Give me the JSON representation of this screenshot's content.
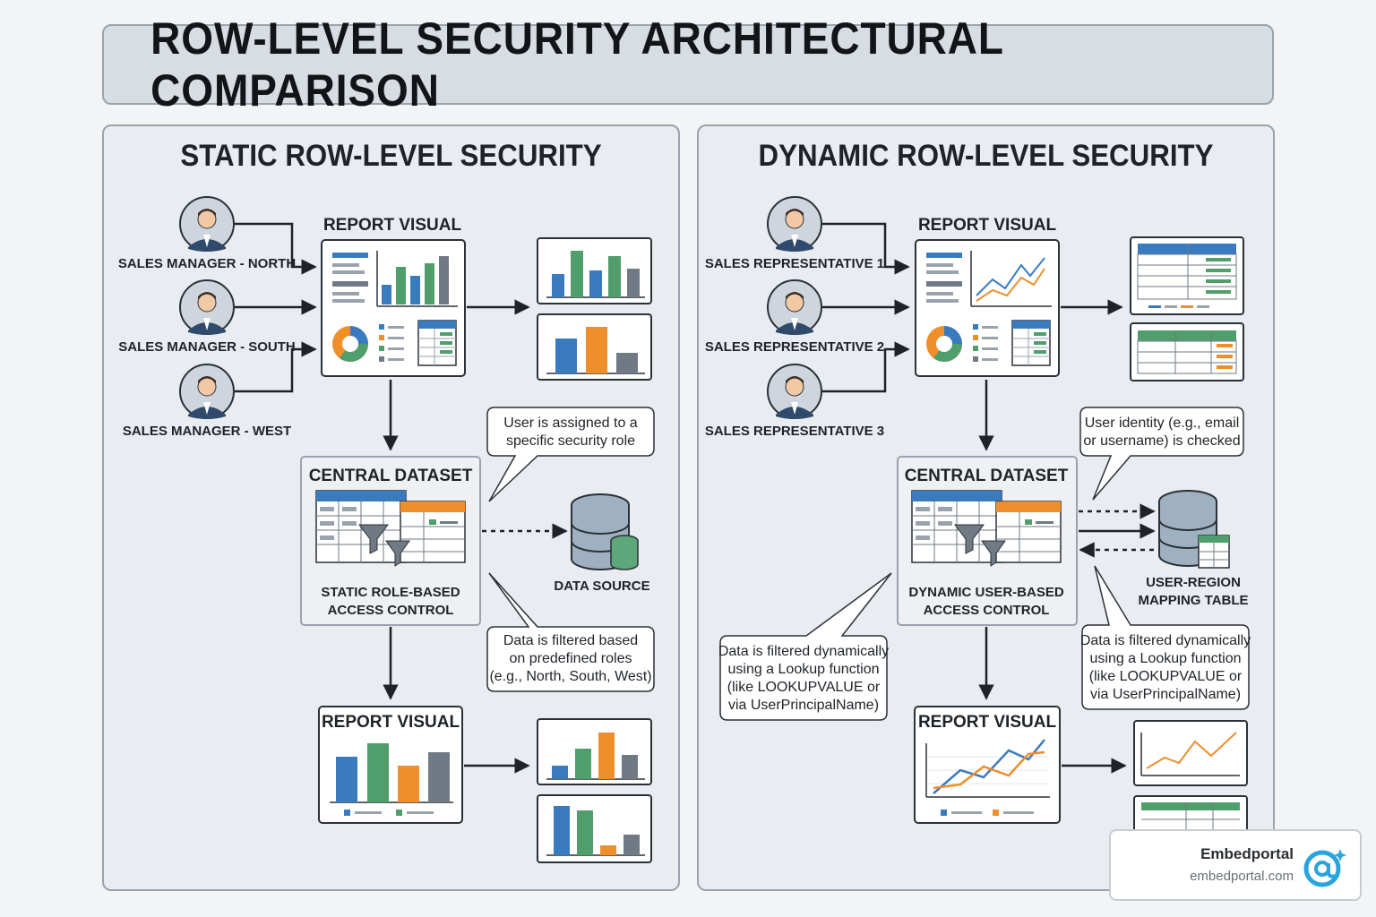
{
  "title": "ROW-LEVEL SECURITY ARCHITECTURAL COMPARISON",
  "static_panel": {
    "title": "STATIC ROW-LEVEL SECURITY",
    "users": [
      "SALES MANAGER - NORTH",
      "SALES MANAGER - SOUTH",
      "SALES MANAGER - WEST"
    ],
    "report_visual_top": "REPORT VISUAL",
    "central_dataset": "CENTRAL DATASET",
    "access_line1": "STATIC ROLE-BASED",
    "access_line2": "ACCESS CONTROL",
    "data_source": "DATA SOURCE",
    "callout_role_line1": "User is assigned to a",
    "callout_role_line2": "specific security role",
    "callout_filter_line1": "Data is filtered based",
    "callout_filter_line2": "on predefined roles",
    "callout_filter_line3": "(e.g., North, South, West)",
    "report_visual_bottom": "REPORT VISUAL"
  },
  "dynamic_panel": {
    "title": "DYNAMIC ROW-LEVEL SECURITY",
    "users": [
      "SALES REPRESENTATIVE 1",
      "SALES REPRESENTATIVE 2",
      "SALES REPRESENTATIVE 3"
    ],
    "report_visual_top": "REPORT VISUAL",
    "central_dataset": "CENTRAL DATASET",
    "access_line1": "DYNAMIC USER-BASED",
    "access_line2": "ACCESS CONTROL",
    "mapping_line1": "USER-REGION",
    "mapping_line2": "MAPPING TABLE",
    "callout_identity_line1": "User identity (e.g., email",
    "callout_identity_line2": "or username) is checked",
    "callout_lookup_left": [
      "Data is filtered dynamically",
      "using a Lookup function",
      "(like LOOKUPVALUE or",
      "via UserPrincipalName)"
    ],
    "callout_lookup_right": [
      "Data is filtered dynamically",
      "using a Lookup function",
      "(like LOOKUPVALUE or",
      "via UserPrincipalName)"
    ],
    "report_visual_bottom": "REPORT VISUAL"
  },
  "logo": {
    "name": "Embedportal",
    "url": "embedportal.com"
  },
  "colors": {
    "blue": "#3a7bbf",
    "green": "#4f9e6b",
    "orange": "#ee8f2c",
    "gray": "#6f7a84",
    "accent_logo": "#2aa4dd"
  }
}
